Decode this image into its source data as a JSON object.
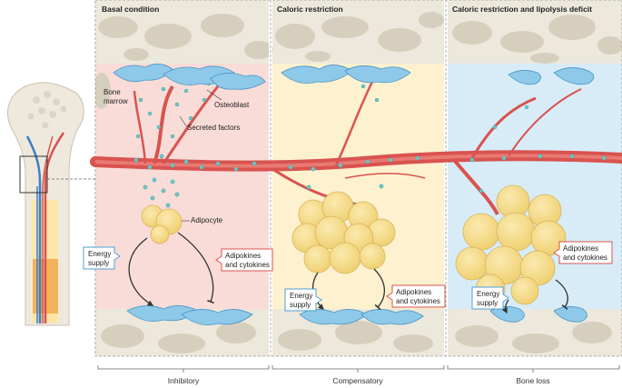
{
  "panels": {
    "basal": {
      "title": "Basal condition",
      "footer": "Inhibitory"
    },
    "restriction": {
      "title": "Caloric restriction",
      "footer": "Compensatory"
    },
    "deficit": {
      "title": "Caloric restriction and lipolysis deficit",
      "footer": "Bone loss"
    }
  },
  "labels": {
    "bone_marrow_line1": "Bone",
    "bone_marrow_line2": "marrow",
    "osteoblast": "Osteoblast",
    "secreted_factors": "Secreted factors",
    "adipocyte": "Adipocyte",
    "energy_supply_line1": "Energy",
    "energy_supply_line2": "supply",
    "adipokines_line1": "Adipokines",
    "adipokines_line2": "and cytokines"
  },
  "colors": {
    "basal_bg": "#f9dcd8",
    "restriction_bg": "#fdf1cf",
    "deficit_bg": "#d8ecf8",
    "bone_bg": "#ece8dc",
    "trabecula": "#d6cfbd",
    "vessel": "#d9534f",
    "osteoblast": "#8ec9ea",
    "adipocyte": "#f7dc87",
    "factor_dot": "#6cc7c4",
    "energy_box": "#4f9fd6",
    "adipokine_box": "#d9534f"
  }
}
